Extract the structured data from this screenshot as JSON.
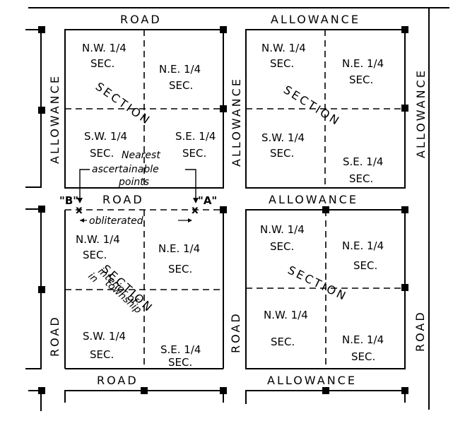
{
  "road_labels": {
    "top_road": "ROAD",
    "top_allowance": "ALLOWANCE",
    "mid_road": "ROAD",
    "mid_allowance": "ALLOWANCE",
    "bottom_road": "ROAD",
    "bottom_allowance": "ALLOWANCE",
    "left_upper": "ALLOWANCE",
    "center_upper": "ALLOWANCE",
    "right_upper": "ALLOWANCE",
    "left_lower": "ROAD",
    "center_lower": "ROAD",
    "right_lower": "ROAD"
  },
  "sections": {
    "top_left": {
      "nw": [
        "N.W. 1/4",
        "SEC."
      ],
      "ne": [
        "N.E. 1/4",
        "SEC."
      ],
      "sw": [
        "S.W. 1/4",
        "SEC."
      ],
      "se": [
        "S.E. 1/4",
        "SEC."
      ],
      "name": "SECTION"
    },
    "top_right": {
      "nw": [
        "N.W. 1/4",
        "SEC."
      ],
      "ne": [
        "N.E. 1/4",
        "SEC."
      ],
      "sw": [
        "S.W. 1/4",
        "SEC."
      ],
      "se": [
        "S.E. 1/4",
        "SEC."
      ],
      "name": "SECTION"
    },
    "bottom_left": {
      "nw": [
        "N.W. 1/4",
        "SEC."
      ],
      "ne": [
        "N.E. 1/4",
        "SEC."
      ],
      "sw": [
        "S.W. 1/4",
        "SEC."
      ],
      "se": [
        "S.E. 1/4",
        "SEC."
      ],
      "name": "SECTION",
      "interior_lines": [
        "in",
        "interior of",
        "township"
      ]
    },
    "bottom_right": {
      "nw": [
        "N.W. 1/4",
        "SEC."
      ],
      "ne": [
        "N.E. 1/4",
        "SEC."
      ],
      "sw": [
        "N.W. 1/4",
        "SEC."
      ],
      "se": [
        "N.E. 1/4",
        "SEC."
      ],
      "name": "SECTION"
    }
  },
  "annotations": {
    "nearest_line1": "Nearest",
    "nearest_line2": "ascertainable",
    "nearest_line3": "points",
    "obliterated": "obliterated",
    "point_b": "\"B\"",
    "point_a": "\"A\"",
    "cross_mark": "x"
  }
}
